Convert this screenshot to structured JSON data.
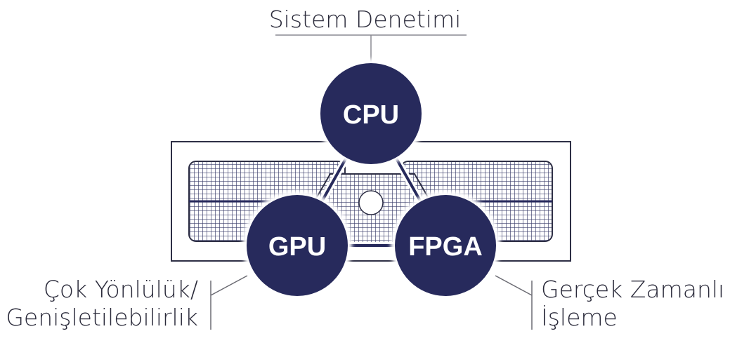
{
  "diagram": {
    "top_label": "Sistem Denetimi",
    "nodes": {
      "cpu": "CPU",
      "gpu": "GPU",
      "fpga": "FPGA"
    },
    "left_label": [
      "Çok Yönlülük/",
      "Genişletilebilirlik"
    ],
    "right_label": [
      "Gerçek Zamanlı",
      "İşleme"
    ]
  },
  "colors": {
    "node_fill": "#272a5c",
    "node_text": "#ffffff",
    "line": "#5a5a66",
    "grid": "#3a3d6a"
  }
}
